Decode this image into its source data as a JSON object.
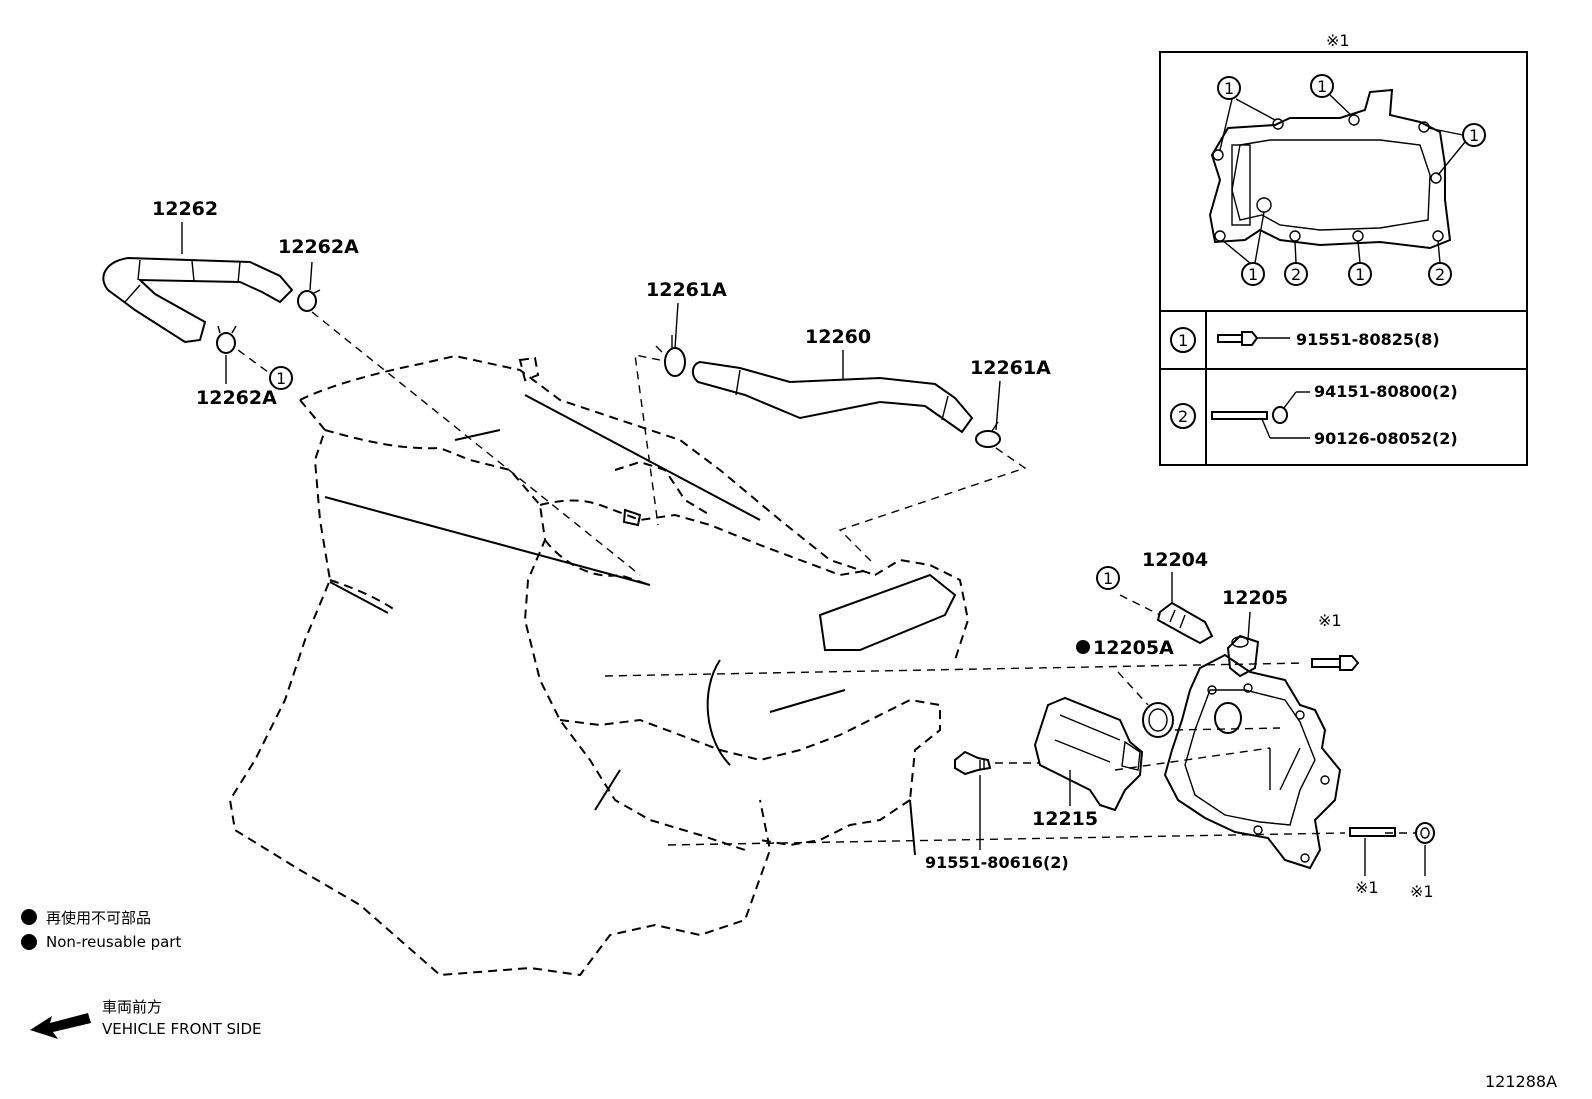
{
  "diagram": {
    "part_labels": {
      "p12262": "12262",
      "p12262A_top": "12262A",
      "p12262A_bottom": "12262A",
      "p12261A_left": "12261A",
      "p12261A_right": "12261A",
      "p12260": "12260",
      "p12204": "12204",
      "p12205": "12205",
      "p12205A": "12205A",
      "p12215": "12215",
      "p91551_80616": "91551-80616(2)",
      "mark_1a": "※1",
      "mark_1b": "※1",
      "mark_1c": "※1"
    },
    "callout_numbers": {
      "one": "1",
      "two": "2"
    },
    "inset": {
      "title": "※1",
      "rows": [
        {
          "marker": "1",
          "part_a": "91551-80825(8)"
        },
        {
          "marker": "2",
          "part_a": "94151-80800(2)",
          "part_b": "90126-08052(2)"
        }
      ]
    },
    "legend": {
      "non_reusable_jp": "再使用不可部品",
      "non_reusable_en": "Non-reusable part"
    },
    "front": {
      "jp": "車両前方",
      "en": "VEHICLE FRONT SIDE"
    },
    "figure_id": "121288A"
  }
}
